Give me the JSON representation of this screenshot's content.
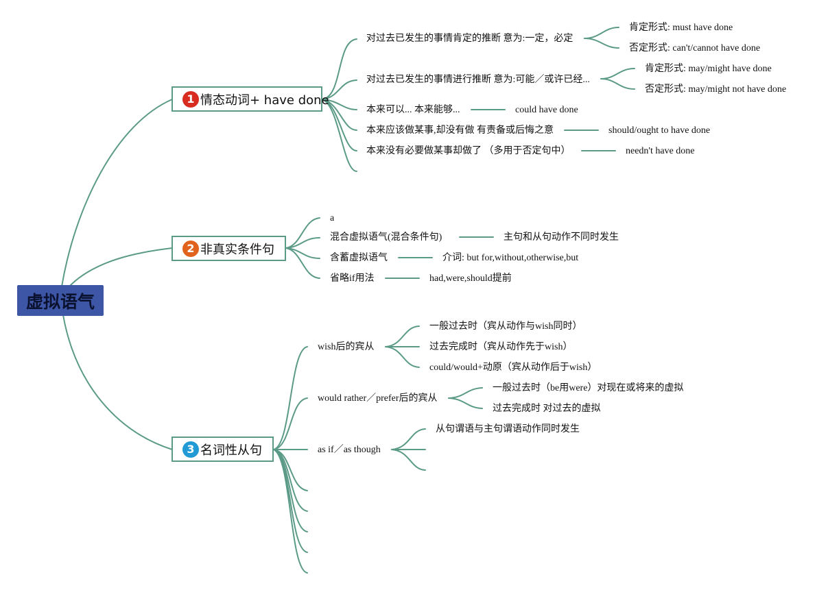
{
  "colors": {
    "line": "#5a9a86",
    "root": "#3d56a6",
    "badge1": "#d72c1f",
    "badge2": "#e0621d",
    "badge3": "#229ad6"
  },
  "root": {
    "label": "虚拟语气"
  },
  "branches": [
    {
      "badge": "1",
      "label": "情态动词+ have done"
    },
    {
      "badge": "2",
      "label": "非真实条件句"
    },
    {
      "badge": "3",
      "label": "名词性从句"
    }
  ],
  "b1": {
    "i1": "对过去已发生的事情肯定的推断 意为:一定，必定",
    "i1a": "肯定形式: must have done",
    "i1b": "否定形式: can't/cannot have done",
    "i2": "对过去已发生的事情进行推断 意为:可能／或许已经...",
    "i2a": "肯定形式: may/might have done",
    "i2b": "否定形式: may/might not have done",
    "i3": "本来可以... 本来能够...",
    "i3a": "could have done",
    "i4": "本来应该做某事,却没有做 有责备或后悔之意",
    "i4a": "should/ought to have done",
    "i5": "本来没有必要做某事却做了 （多用于否定句中）",
    "i5a": "needn't have done"
  },
  "b2": {
    "i1": "a",
    "i2": "混合虚拟语气(混合条件句)",
    "i2a": "主句和从句动作不同时发生",
    "i3": "含蓄虚拟语气",
    "i3a": "介词: but for,without,otherwise,but",
    "i4": "省略if用法",
    "i4a": "had,were,should提前"
  },
  "b3": {
    "i1": "wish后的宾从",
    "i1a": "一般过去时（宾从动作与wish同时）",
    "i1b": "过去完成时（宾从动作先于wish）",
    "i1c": "could/would+动原（宾从动作后于wish）",
    "i2": "would rather／prefer后的宾从",
    "i2a": "一般过去时（be用were）对现在或将来的虚拟",
    "i2b": "过去完成时 对过去的虚拟",
    "i3": "as if／as though",
    "i3a": "从句谓语与主句谓语动作同时发生"
  }
}
